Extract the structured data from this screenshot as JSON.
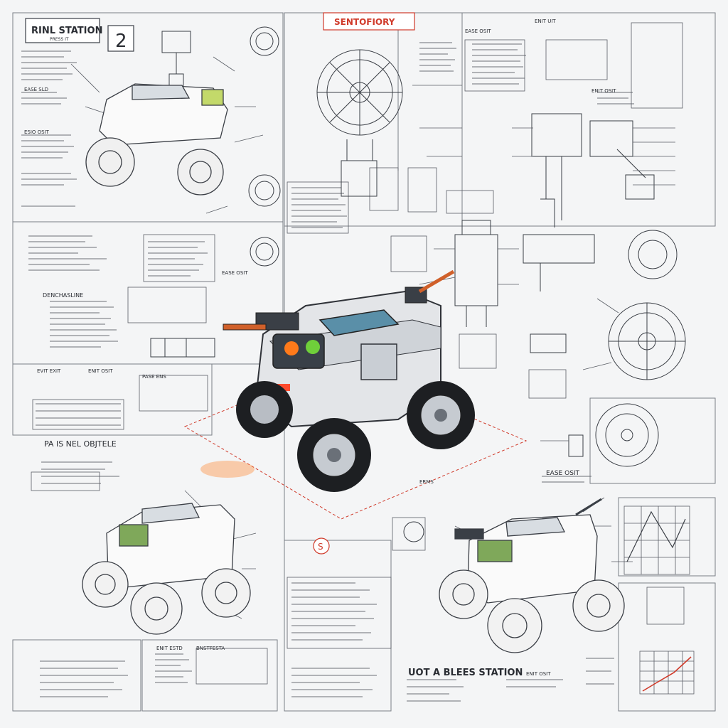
{
  "sheet": {
    "top_left_title": "RINL STATION",
    "top_left_sub": "PRESS IT",
    "step_number": "2",
    "center_title": "SENTOFIORY",
    "parts_label": "PA IS NEL OBJTELE",
    "bottom_title": "UOT A BLEES STATION",
    "right_caption": "EASE OSIT",
    "center_mark": "S",
    "note_labels": {
      "left_a": "EASE SLD",
      "left_b": "ESIO OSIT",
      "left_c": "DENCHASLINE",
      "left_d": "EVIT EXIT",
      "left_e": "ENIT OSIT",
      "left_f": "PASE ENS",
      "left_g": "EASE OSIT",
      "right_a": "ENIT UIT",
      "right_b": "EASE OSIT",
      "right_c": "ENIT OSIT",
      "bottom_a": "ENIT ESTD",
      "bottom_b": "BNSTFESTA",
      "bottom_c": "ENIT OSIT",
      "ground": "ERMS"
    }
  },
  "colors": {
    "paper": "#f4f5f6",
    "ink": "#2a2d33",
    "accent_red": "#d03a2a",
    "visor_green": "#6fcf3a",
    "led_orange": "#ff7a1a"
  }
}
